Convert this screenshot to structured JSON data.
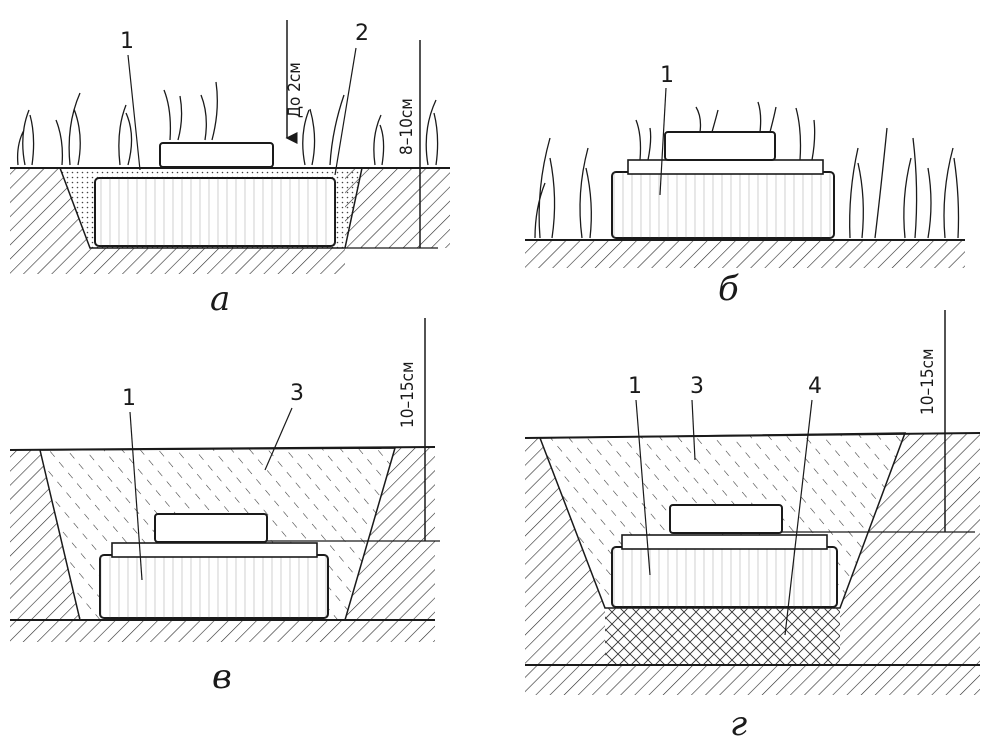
{
  "panels": {
    "a": {
      "caption": "а",
      "labels": [
        "1",
        "2"
      ],
      "dim_top": "До 2см",
      "dim_depth": "8–10см"
    },
    "b": {
      "caption": "б",
      "labels": [
        "1"
      ]
    },
    "v": {
      "caption": "в",
      "labels": [
        "1",
        "3"
      ],
      "dim_depth": "10–15см"
    },
    "g": {
      "caption": "г",
      "labels": [
        "1",
        "3",
        "4"
      ],
      "dim_depth": "10–15см"
    }
  }
}
